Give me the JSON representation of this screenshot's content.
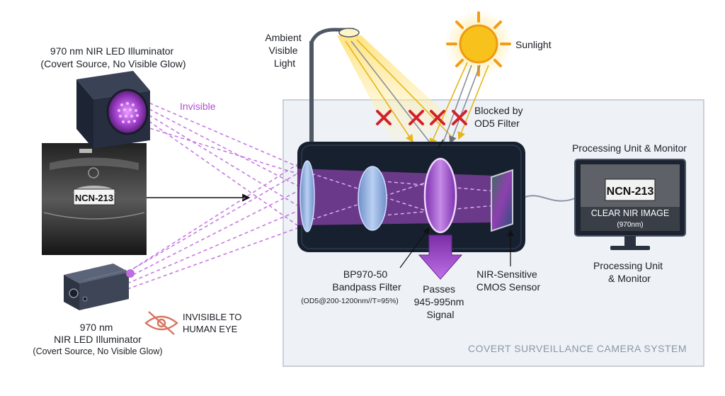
{
  "illuminator_top": {
    "title": "970 nm NIR LED Illuminator",
    "subtitle": "(Covert Source, No Visible Glow)"
  },
  "invisible_label": "Invisible",
  "ambient_light": {
    "lines": [
      "Ambient",
      "Visible",
      "Light"
    ]
  },
  "sunlight_label": "Sunlight",
  "blocked_label": {
    "lines": [
      "Blocked by",
      "OD5 Filter"
    ]
  },
  "monitor": {
    "top_label": "Processing Unit & Monitor",
    "plate": "NCN-213",
    "image_title": "CLEAR NIR IMAGE",
    "image_sub": "(970nm)",
    "bottom_label": {
      "lines": [
        "Processing Unit",
        "& Monitor"
      ]
    }
  },
  "scene": {
    "plate": "NCN-213"
  },
  "filter": {
    "name": "BP970-50",
    "type": "Bandpass Filter",
    "spec": "(OD5@200-1200nm//T=95%)"
  },
  "pass_label": {
    "lines": [
      "Passes",
      "945-995nm",
      "Signal"
    ]
  },
  "sensor": {
    "lines": [
      "NIR-Sensitive",
      "CMOS Sensor"
    ]
  },
  "illuminator_bottom": {
    "lines": [
      "970 nm",
      "NIR LED Illuminator",
      "(Covert Source, No Visible Glow)"
    ]
  },
  "invisible_eye": {
    "lines": [
      "INVISIBLE TO",
      "HUMAN EYE"
    ],
    "icon": "crossed-eye-icon"
  },
  "system_title": "COVERT SURVEILLANCE CAMERA SYSTEM",
  "colors": {
    "nir_purple": "#b04fd6",
    "sun_yellow": "#f6c321",
    "block_red": "#d4202a",
    "camera_body": "#17202e",
    "panel_bg": "#eef2f6"
  }
}
